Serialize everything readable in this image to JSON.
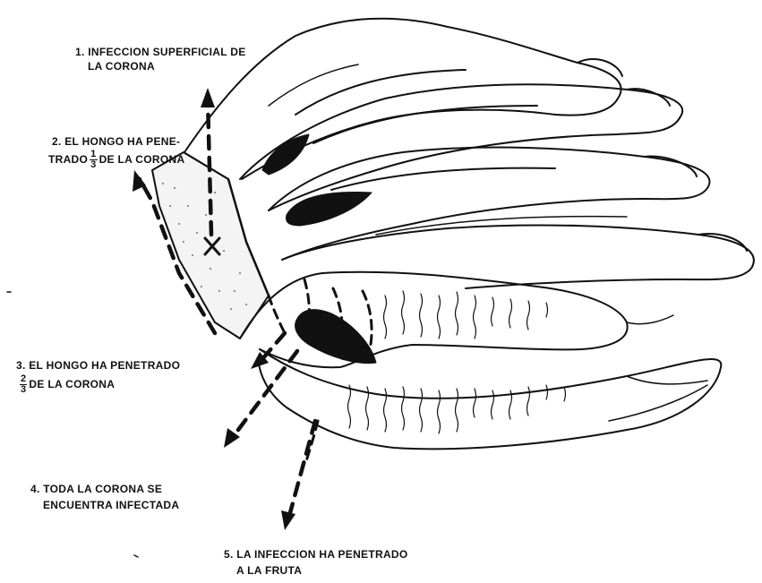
{
  "labels": {
    "l1_line1": "1. INFECCION SUPERFICIAL DE",
    "l1_line2": "LA CORONA",
    "l2_line1": "2. EL HONGO HA PENE-",
    "l2_line2_a": "TRADO",
    "l2_line2_num": "1",
    "l2_line2_den": "3",
    "l2_line2_b": "DE LA CORONA",
    "l3_line1": "3. EL HONGO HA PENETRADO",
    "l3_num": "2",
    "l3_den": "3",
    "l3_line2_b": "DE LA CORONA",
    "l4_line1": "4. TODA LA CORONA SE",
    "l4_line2": "ENCUENTRA INFECTADA",
    "l5_line1": "5. LA INFECCION HA PENETRADO",
    "l5_line2": "A LA FRUTA"
  },
  "colors": {
    "ink": "#111111",
    "background": "#ffffff"
  }
}
